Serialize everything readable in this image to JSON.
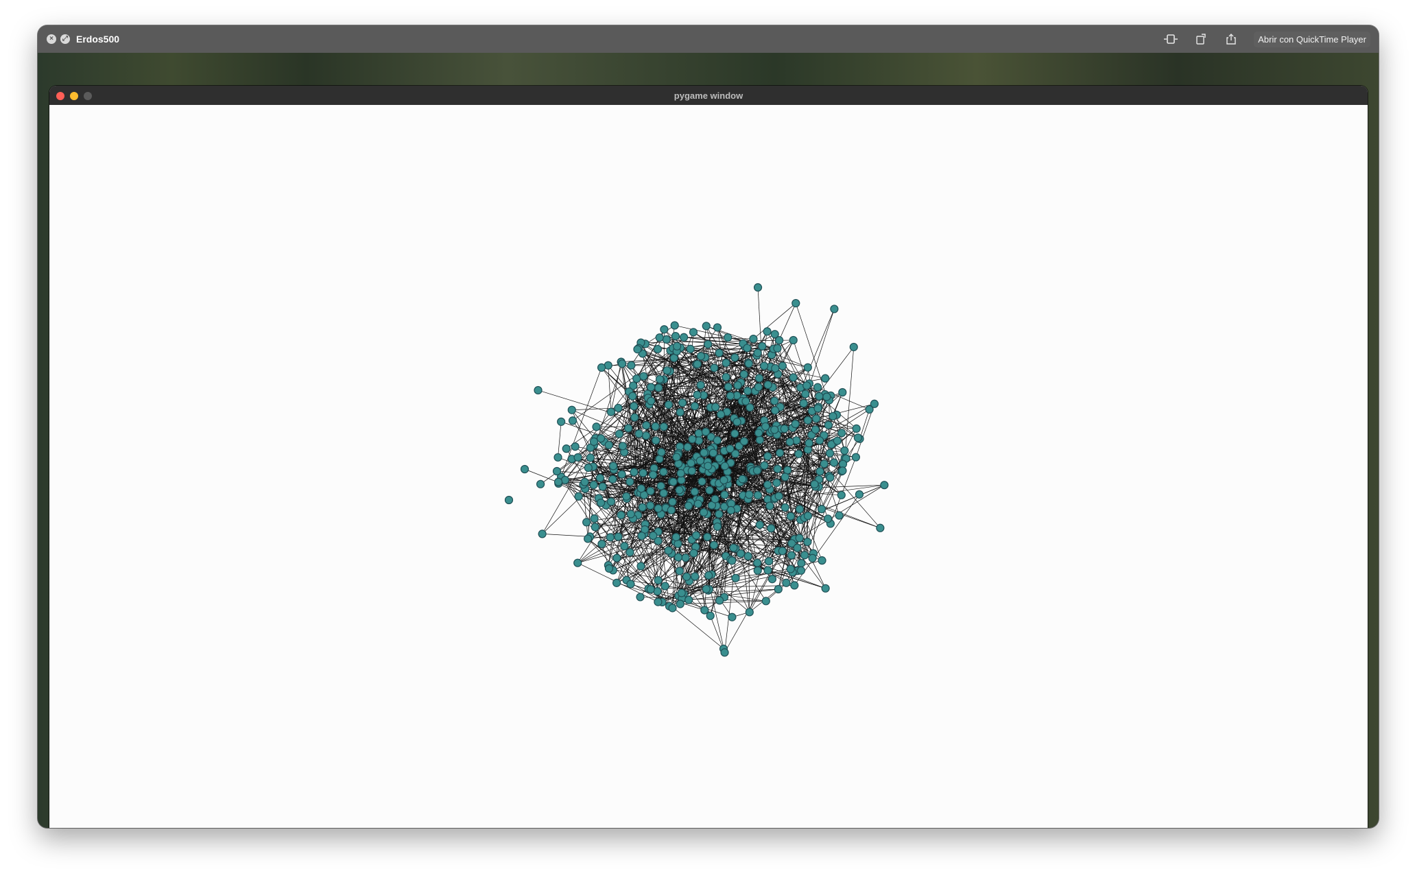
{
  "quicklook": {
    "title": "Erdos500",
    "open_button_label": "Abrir con QuickTime Player",
    "icons": [
      "close-icon",
      "fullscreen-icon",
      "trim-icon",
      "rotate-icon",
      "share-icon"
    ]
  },
  "pygame": {
    "window_title": "pygame window"
  },
  "graph": {
    "node_count": 500,
    "node_color": "#3a8f8f",
    "node_outline": "#1f4f55",
    "edge_color": "#111111",
    "background": "#fcfcfc"
  }
}
